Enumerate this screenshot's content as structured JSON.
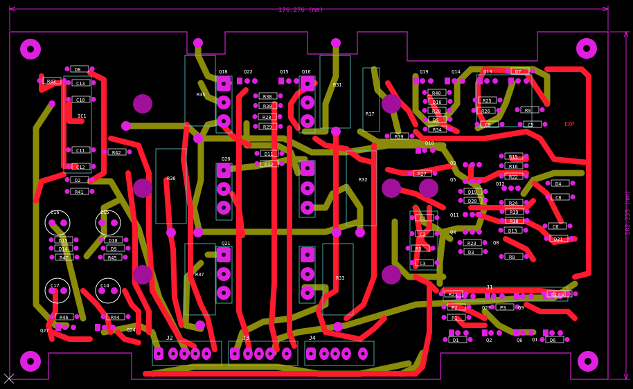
{
  "dimensions": {
    "width_label": "176.276 (mm)",
    "height_label": "102.235 (mm)"
  },
  "colors": {
    "background": "#000000",
    "top_copper": "#ff1a2e",
    "bottom_copper": "#8b8b0a",
    "pad": "#e020e0",
    "outline": "#d020d0",
    "silk": "#ffffff",
    "outline_box": "#60d0d0"
  },
  "markings": {
    "text": "EXP"
  },
  "components": {
    "connectors": [
      "J1",
      "J2",
      "J3",
      "J4"
    ],
    "resistors": [
      "R5",
      "R8",
      "R9",
      "R15",
      "R16",
      "R17",
      "R18",
      "R19",
      "R20",
      "R21",
      "R22",
      "R23",
      "R24",
      "R25",
      "R26",
      "R27",
      "R28",
      "R29",
      "R30",
      "R31",
      "R32",
      "R33",
      "R34",
      "R35",
      "R36",
      "R37",
      "R38",
      "R39",
      "R40",
      "R41",
      "R42",
      "R43",
      "R44",
      "R45",
      "R46",
      "R47"
    ],
    "capacitors": [
      "C1",
      "C2",
      "C3",
      "C4",
      "C5",
      "C6",
      "C7",
      "C8",
      "C9",
      "C10",
      "C11",
      "C12",
      "C13",
      "C14",
      "C15",
      "C16",
      "C17"
    ],
    "transistors": [
      "Q1",
      "Q2",
      "Q3",
      "Q4",
      "Q5",
      "Q6",
      "Q8",
      "Q9",
      "Q10",
      "Q11",
      "Q12",
      "Q13",
      "Q14",
      "Q15",
      "Q16",
      "Q18",
      "Q19",
      "Q20",
      "Q21",
      "Q22",
      "Q23",
      "Q24",
      "Q27"
    ],
    "diodes": [
      "D1",
      "D2",
      "D3",
      "D4",
      "D5",
      "D6",
      "D7",
      "D8",
      "D9",
      "D10",
      "D11",
      "D12",
      "D13",
      "D14",
      "D15",
      "D16",
      "D19",
      "D20",
      "D21"
    ],
    "misc": [
      "IC1",
      "P1",
      "P2",
      "P3"
    ]
  }
}
